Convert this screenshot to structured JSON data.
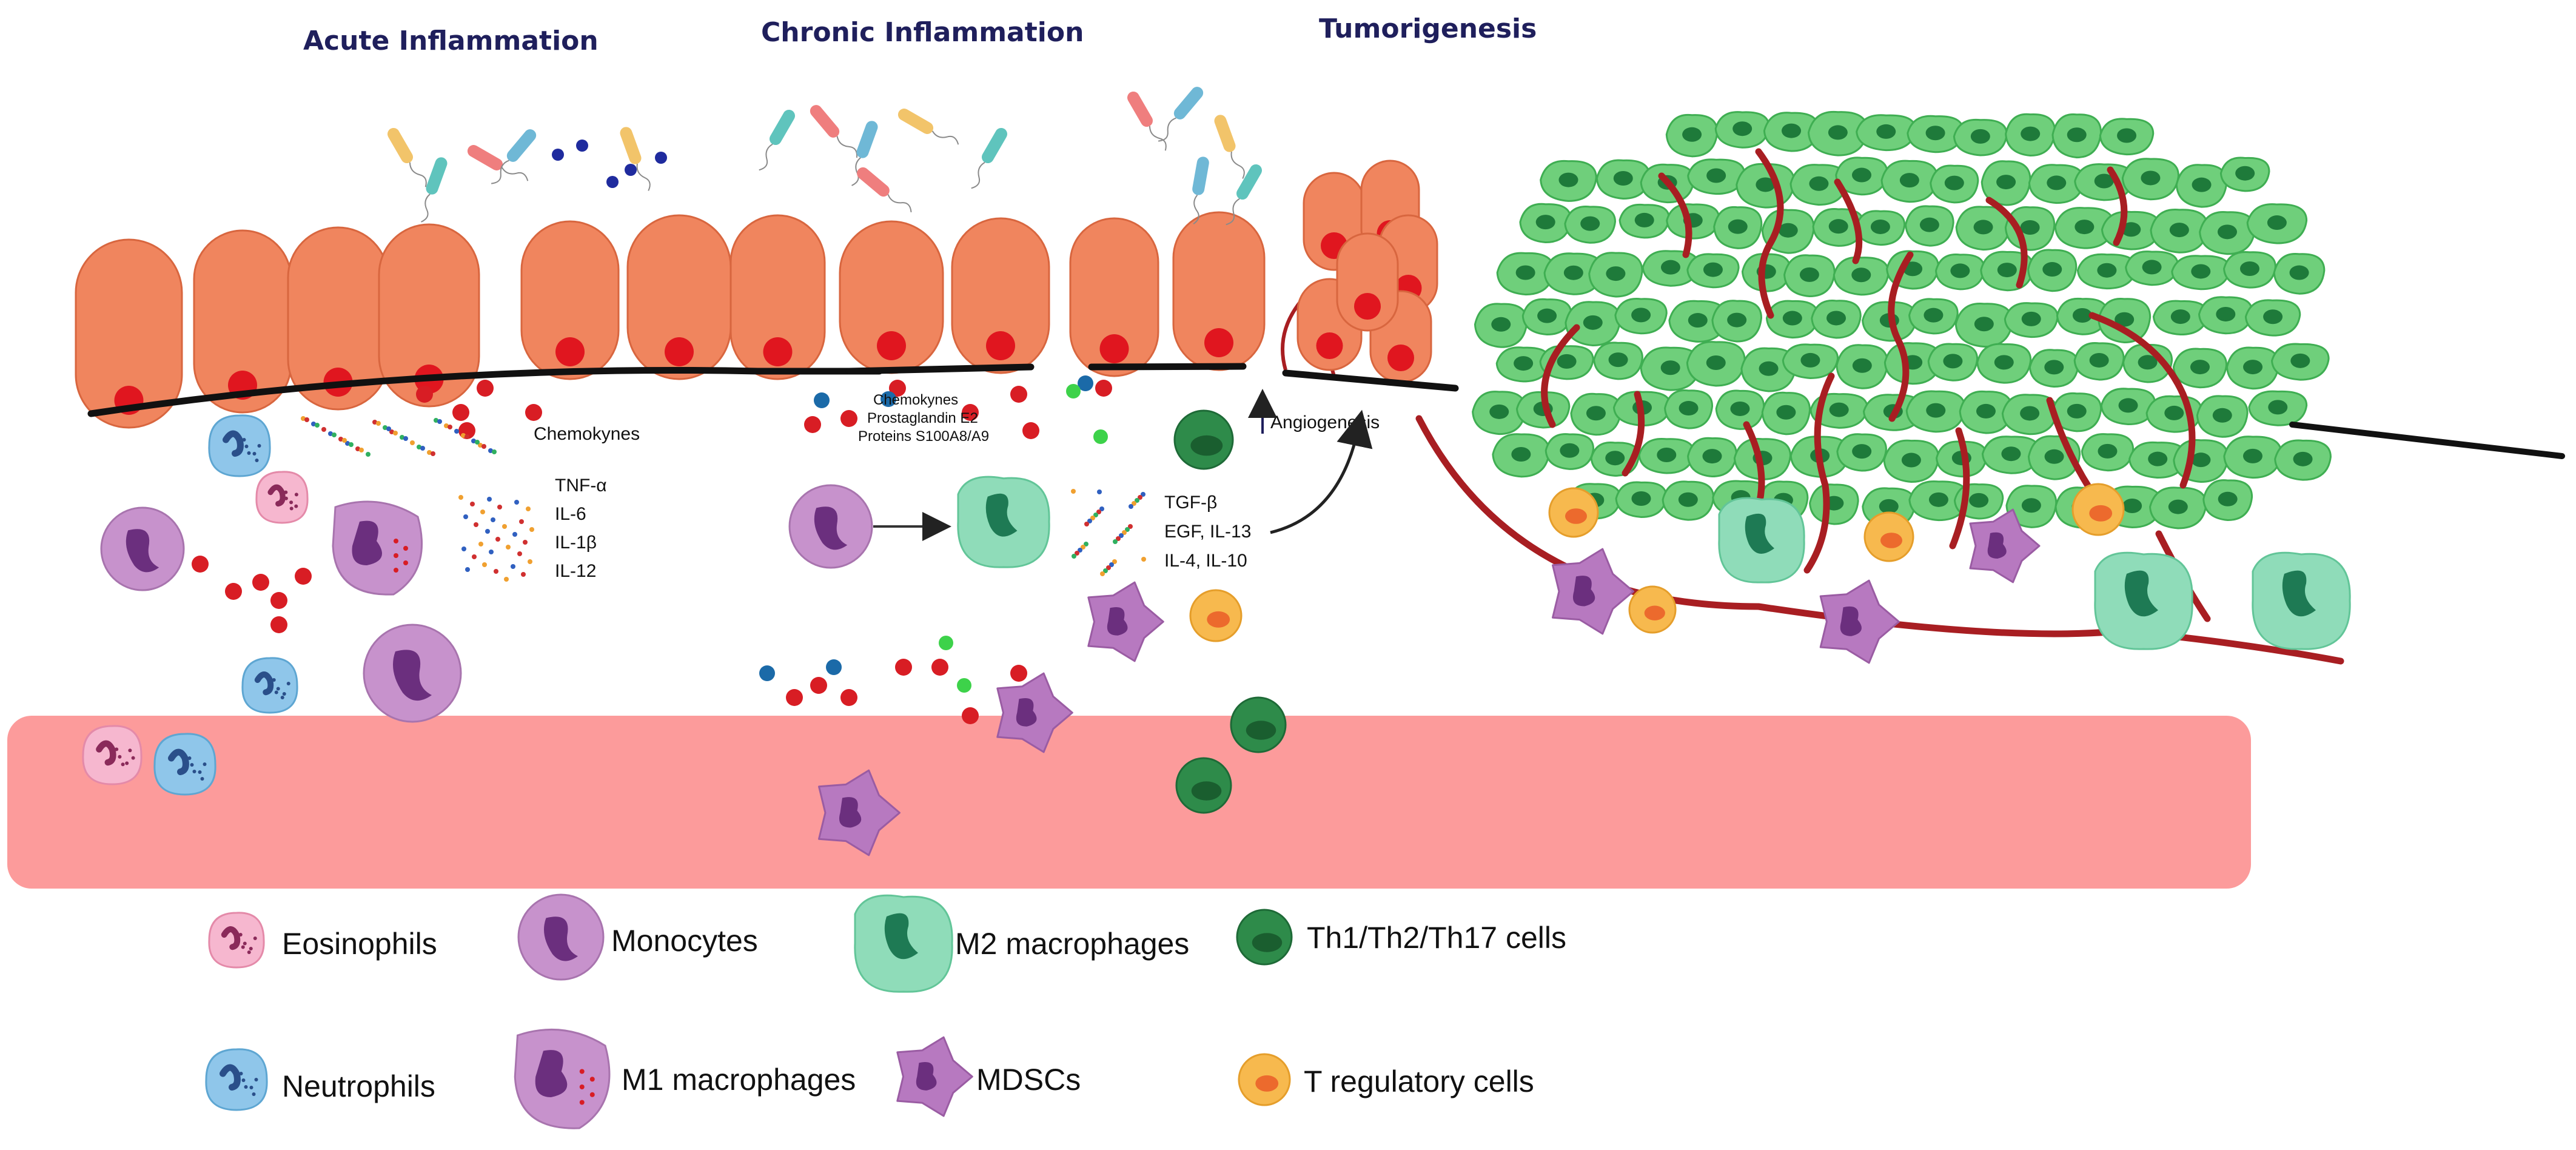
{
  "titles": {
    "acute": "Acute Inflammation",
    "chronic": "Chronic Inflammation",
    "tumor": "Tumorigenesis"
  },
  "labels": {
    "chemokynes_acute": "Chemokynes",
    "cytokines_acute": [
      "TNF-α",
      "IL-6",
      "IL-1β",
      "IL-12"
    ],
    "chronic_mediators": [
      "Chemokynes",
      "Prostaglandin E2",
      "Proteins S100A8/A9"
    ],
    "chronic_cytokines": [
      "TGF-β",
      "EGF, IL-13",
      "IL-4, IL-10"
    ],
    "angiogenesis": "Angiogenesis"
  },
  "legend": {
    "eosinophils": "Eosinophils",
    "monocytes": "Monocytes",
    "m2_macrophages": "M2 macrophages",
    "th_cells": "Th1/Th2/Th17 cells",
    "neutrophils": "Neutrophils",
    "m1_macrophages": "M1 macrophages",
    "mdscs": "MDSCs",
    "treg": "T regulatory cells"
  },
  "colors": {
    "epithelium": "#f0855e",
    "epithelium_stroke": "#d8663f",
    "nucleus": "#e0161f",
    "tumor_cell": "#6fcf7b",
    "tumor_nucleus": "#1e7a3a",
    "vessel": "#a81e22",
    "blood_vessel": "#fc9b9b",
    "title": "#1f1f5c"
  }
}
